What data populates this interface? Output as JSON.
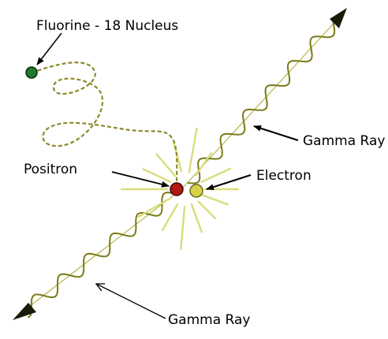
{
  "labels": {
    "nucleus": "Fluorine - 18 Nucleus",
    "positron": "Positron",
    "electron": "Electron",
    "gamma_ray_upper": "Gamma Ray",
    "gamma_ray_lower": "Gamma Ray"
  },
  "colors": {
    "background": "#ffffff",
    "label_text": "#000000",
    "pointer_arrow": "#000000",
    "nucleus": "#1f7a2a",
    "positron": "#b01810",
    "electron": "#d6d24a",
    "positron_path": "#8c8a2a",
    "gamma_axis": "#b3b84a",
    "gamma_wave": "#7a7a1a",
    "burst": "#dadc7a"
  },
  "icons": {
    "nucleus": "particle-dot",
    "positron": "particle-dot",
    "electron": "particle-dot",
    "gamma_ray_upper": "wavy-arrow",
    "gamma_ray_lower": "wavy-arrow"
  }
}
